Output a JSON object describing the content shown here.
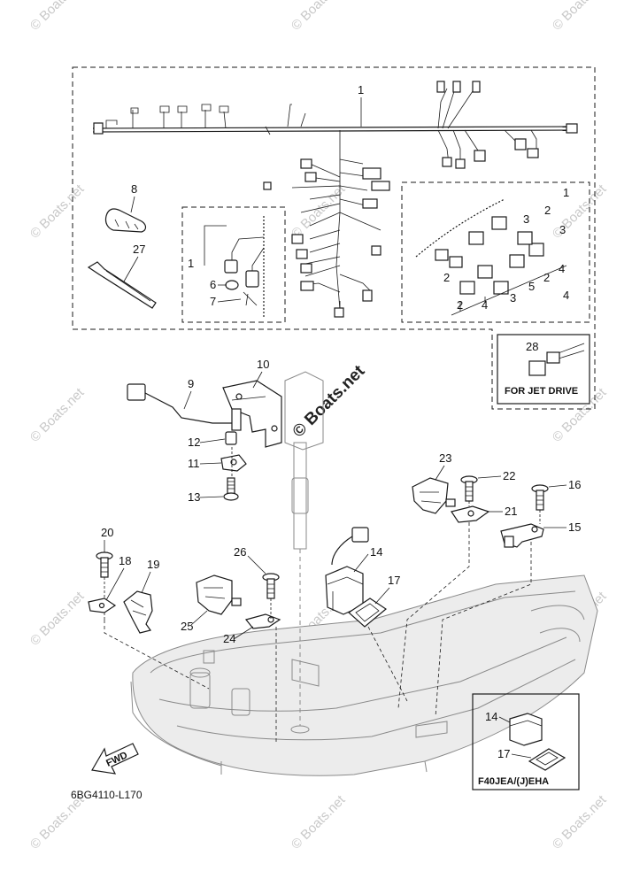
{
  "diagram": {
    "part_numbers": [
      "1",
      "2",
      "3",
      "4",
      "5",
      "6",
      "7",
      "8",
      "9",
      "10",
      "11",
      "12",
      "13",
      "14",
      "15",
      "16",
      "17",
      "18",
      "19",
      "20",
      "21",
      "22",
      "23",
      "24",
      "25",
      "26",
      "27",
      "28"
    ],
    "callouts": {
      "harness_main": "1",
      "harness_right": "1",
      "harness_left": "1",
      "r2a": "2",
      "r2b": "2",
      "r2c": "2",
      "r2d": "2",
      "r2e": "2",
      "r3a": "3",
      "r3b": "3",
      "r3c": "3",
      "r4a": "4",
      "r4b": "4",
      "r4c": "4",
      "r5": "5",
      "p6": "6",
      "p7": "7",
      "p8": "8",
      "p9": "9",
      "p10": "10",
      "p11": "11",
      "p12": "12",
      "p13": "13",
      "p14": "14",
      "p14b": "14",
      "p15": "15",
      "p16": "16",
      "p17": "17",
      "p17b": "17",
      "p18": "18",
      "p19": "19",
      "p20": "20",
      "p21": "21",
      "p22": "22",
      "p23": "23",
      "p24": "24",
      "p25": "25",
      "p26": "26",
      "p27": "27",
      "p28": "28"
    },
    "jet_drive_label": "FOR JET DRIVE",
    "model_variant_label": "F40JEA/(J)EHA",
    "direction_label": "FWD",
    "diagram_code": "6BG4110-L170",
    "watermark_text": "© Boats.net"
  }
}
